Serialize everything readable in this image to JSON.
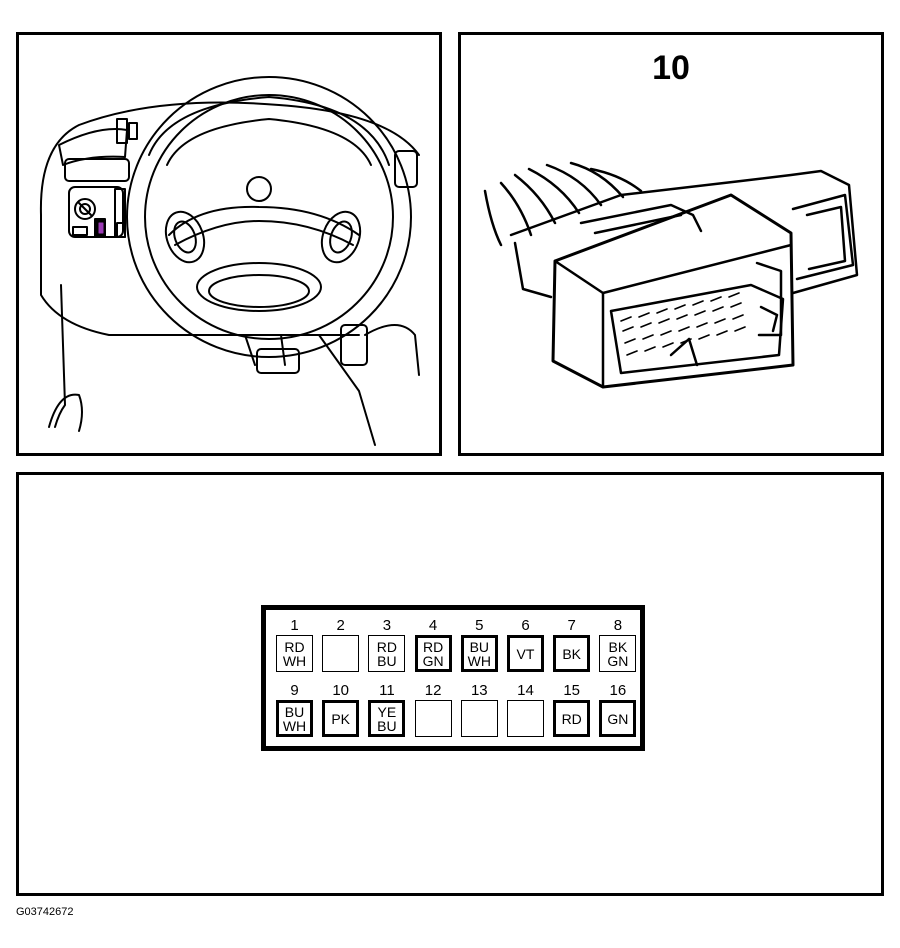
{
  "connector_number": "10",
  "figure_id": "G03742672",
  "pinout": {
    "top_row": [
      {
        "num": "1",
        "wire": "RD\nWH",
        "active": false
      },
      {
        "num": "2",
        "wire": "",
        "active": false
      },
      {
        "num": "3",
        "wire": "RD\nBU",
        "active": false
      },
      {
        "num": "4",
        "wire": "RD\nGN",
        "active": true
      },
      {
        "num": "5",
        "wire": "BU\nWH",
        "active": true
      },
      {
        "num": "6",
        "wire": "VT",
        "active": true
      },
      {
        "num": "7",
        "wire": "BK",
        "active": true
      },
      {
        "num": "8",
        "wire": "BK\nGN",
        "active": false
      }
    ],
    "bottom_row": [
      {
        "num": "9",
        "wire": "BU\nWH",
        "active": true
      },
      {
        "num": "10",
        "wire": "PK",
        "active": true
      },
      {
        "num": "11",
        "wire": "YE\nBU",
        "active": true
      },
      {
        "num": "12",
        "wire": "",
        "active": false
      },
      {
        "num": "13",
        "wire": "",
        "active": false
      },
      {
        "num": "14",
        "wire": "",
        "active": false
      },
      {
        "num": "15",
        "wire": "RD",
        "active": true
      },
      {
        "num": "16",
        "wire": "GN",
        "active": true
      }
    ]
  }
}
